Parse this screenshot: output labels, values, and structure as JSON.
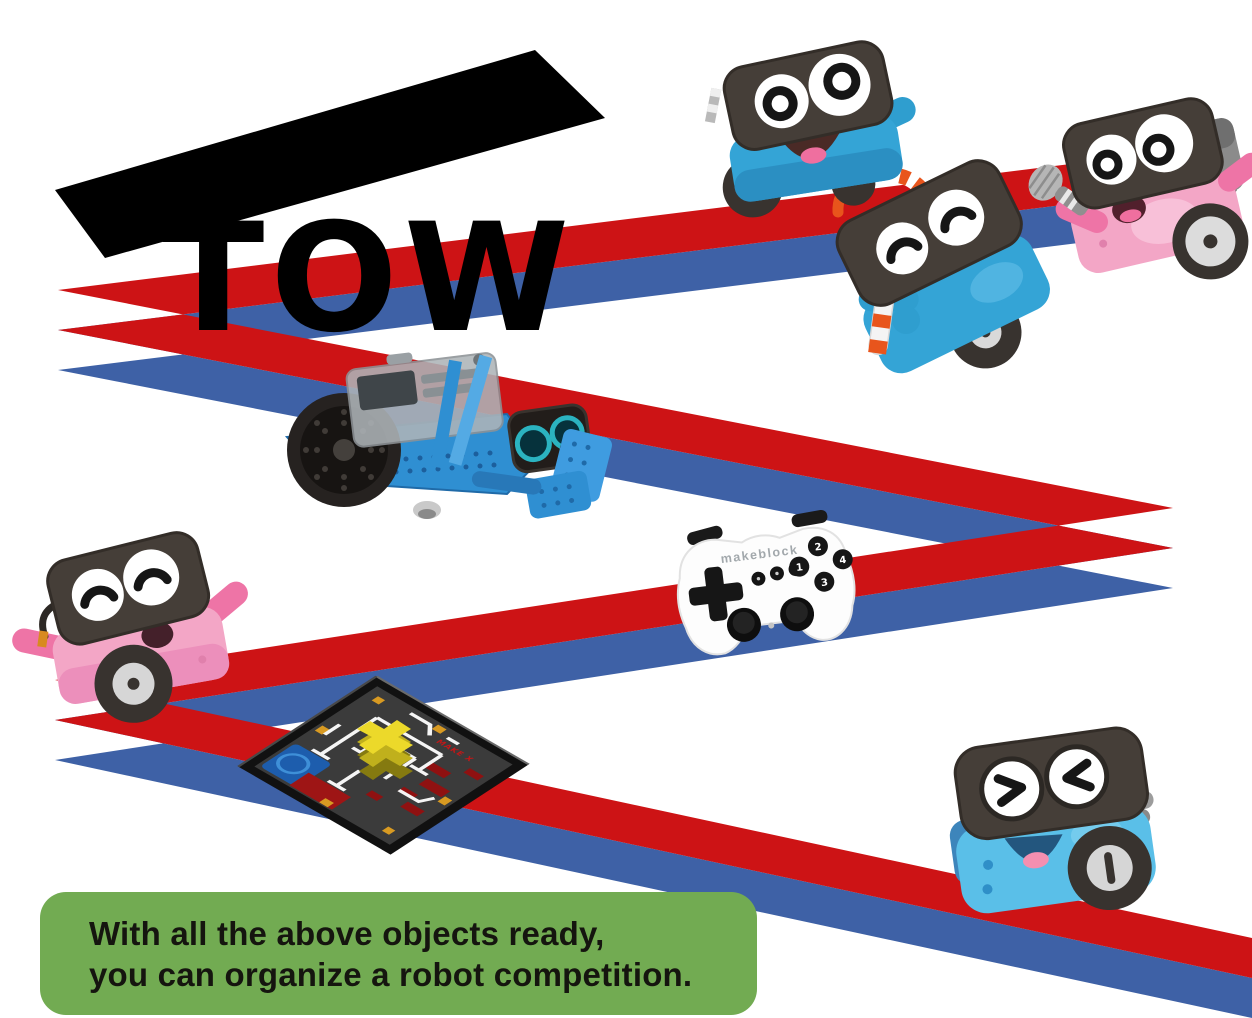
{
  "scene": {
    "background": "#ffffff"
  },
  "headline": {
    "text": "TOW",
    "color": "#000000"
  },
  "track": {
    "red": "#cd1315",
    "blue": "#3e61a6"
  },
  "bubble": {
    "background": "#72ab52",
    "text_color": "#15150f",
    "lines": [
      "With all the above objects ready,",
      "you can organize a robot competition."
    ]
  },
  "controller": {
    "brand": "makeblock",
    "body_color": "#fdfdfd",
    "button_labels": [
      "1",
      "2",
      "3",
      "4"
    ]
  },
  "mat": {
    "label": "MAKE X",
    "surface_color": "#3b3b3b",
    "zone_blue": "#1d5dad",
    "zone_red": "#9e1515",
    "piece_color": "#ecd92a"
  },
  "robots": {
    "body_blue": "#34a4d6",
    "body_light_blue": "#5abfe8",
    "body_pink": "#f3a6c6",
    "head_dark": "#453e38",
    "baton_orange": "#e8551c"
  }
}
